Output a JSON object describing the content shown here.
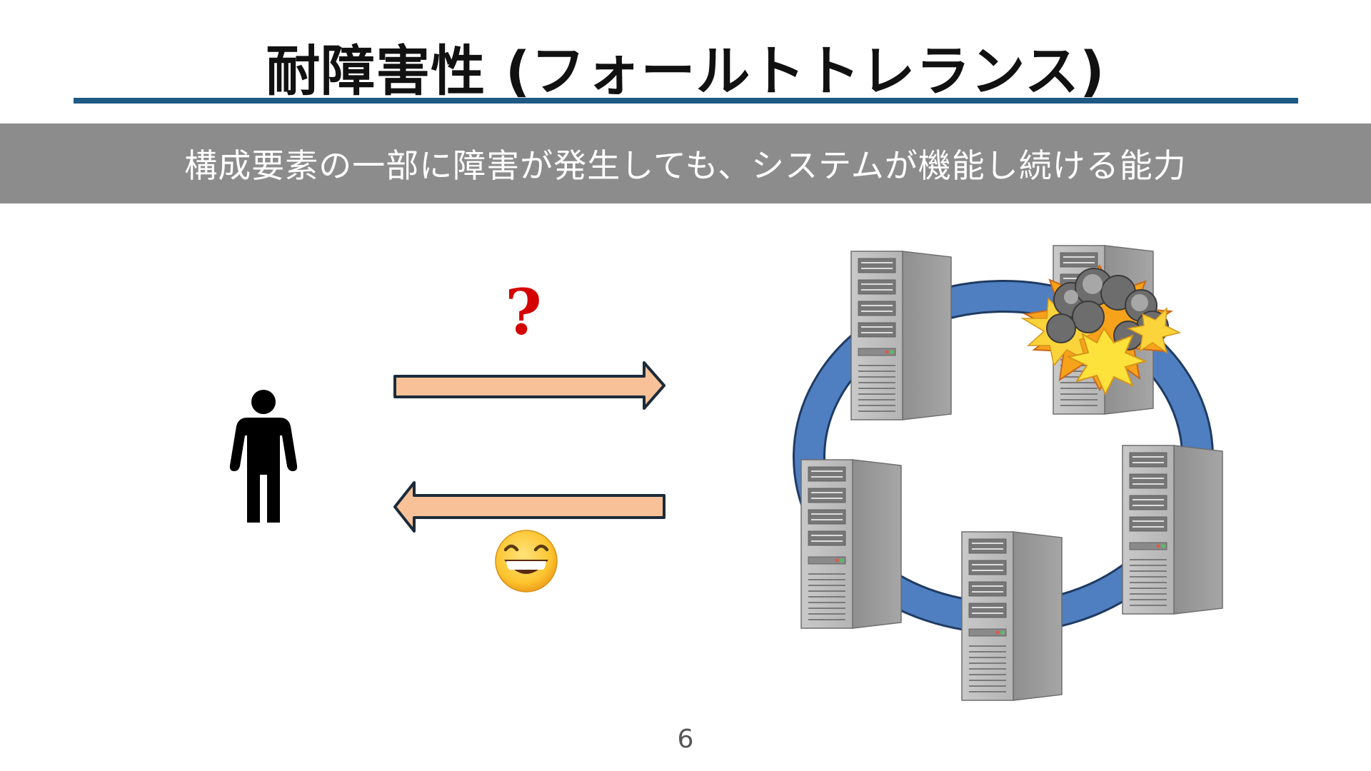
{
  "slide": {
    "title": "耐障害性 (フォールトトレランス)",
    "definition": "構成要素の一部に障害が発生しても、システムが機能し続ける能力",
    "request_annotation": "?",
    "page_number": "6"
  },
  "icons": {
    "user": "person-icon",
    "request": "arrow-right-icon",
    "response": "arrow-left-icon",
    "reaction": "grinning-face-icon",
    "cluster": "server-ring-icon",
    "failure": "explosion-icon"
  },
  "colors": {
    "title_rule": "#1f5a85",
    "banner": "#8c8c8c",
    "arrow_fill": "#f9c198",
    "arrow_stroke": "#1c2b3a",
    "ring": "#4f7fc0",
    "question": "#d40000"
  }
}
